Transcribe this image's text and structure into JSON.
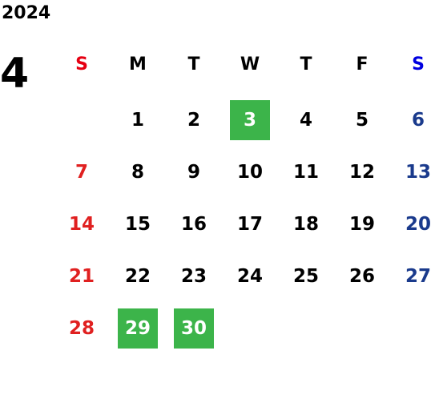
{
  "calendar": {
    "year": "2024",
    "month": "4",
    "weekdays": [
      {
        "label": "S",
        "color": "#e60012"
      },
      {
        "label": "M",
        "color": "#000000"
      },
      {
        "label": "T",
        "color": "#000000"
      },
      {
        "label": "W",
        "color": "#000000"
      },
      {
        "label": "T",
        "color": "#000000"
      },
      {
        "label": "F",
        "color": "#000000"
      },
      {
        "label": "S",
        "color": "#0000e0"
      }
    ],
    "weeks": [
      [
        null,
        "1",
        "2",
        "3",
        "4",
        "5",
        "6"
      ],
      [
        "7",
        "8",
        "9",
        "10",
        "11",
        "12",
        "13"
      ],
      [
        "14",
        "15",
        "16",
        "17",
        "18",
        "19",
        "20"
      ],
      [
        "21",
        "22",
        "23",
        "24",
        "25",
        "26",
        "27"
      ],
      [
        "28",
        "29",
        "30",
        null,
        null,
        null,
        null
      ]
    ],
    "highlighted_days": [
      "3",
      "29",
      "30"
    ],
    "colors": {
      "sunday": "#e02020",
      "saturday": "#1a3a8c",
      "weekday": "#000000",
      "highlight_bg": "#3cb44a",
      "highlight_text": "#ffffff"
    }
  }
}
